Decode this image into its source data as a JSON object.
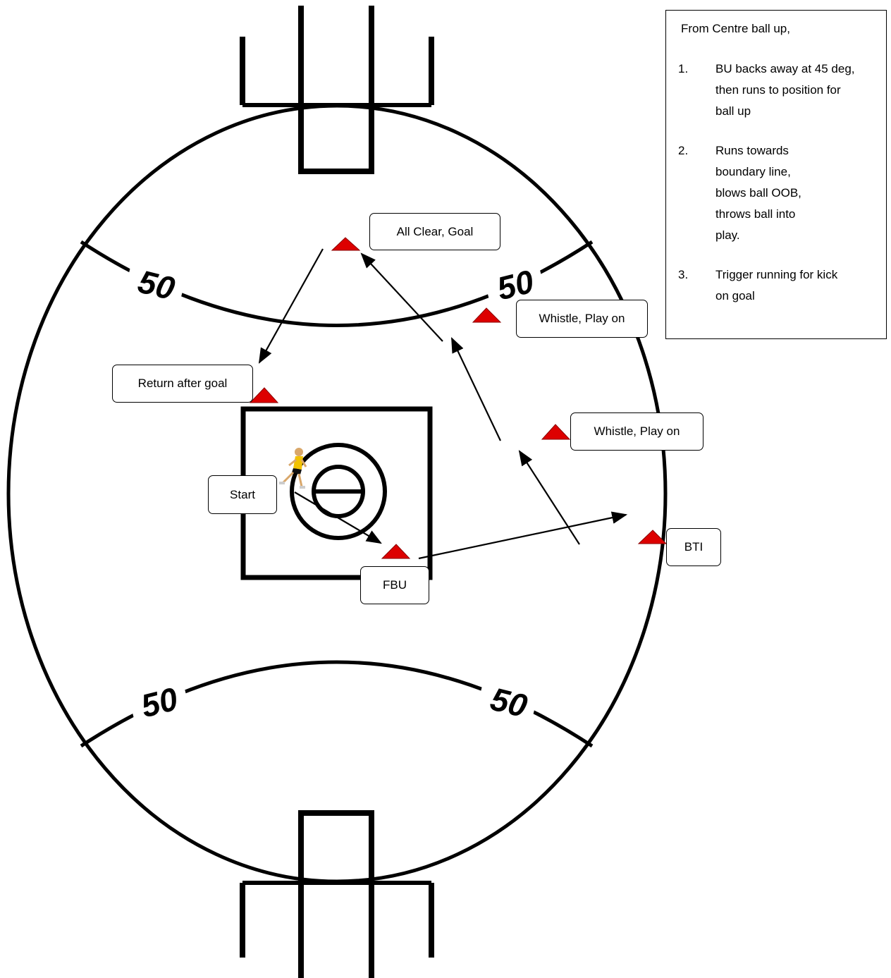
{
  "field": {
    "fifty_labels": [
      "50",
      "50",
      "50",
      "50"
    ],
    "line_color": "#000000",
    "cone_color": "#dd0000"
  },
  "callouts": {
    "all_clear": "All Clear, Goal",
    "whistle_upper": "Whistle, Play on",
    "return_after_goal": "Return after goal",
    "whistle_lower": "Whistle, Play on",
    "start": "Start",
    "bti": "BTI",
    "fbu": "FBU"
  },
  "notes": {
    "intro": "From Centre ball up,",
    "steps": [
      {
        "number": "1.",
        "text": "BU backs away at 45 deg, then runs to position for ball up"
      },
      {
        "number": "2.",
        "text": "Runs towards boundary line, blows ball OOB, throws ball into play."
      },
      {
        "number": "3.",
        "text": "Trigger running for kick on goal"
      }
    ]
  }
}
